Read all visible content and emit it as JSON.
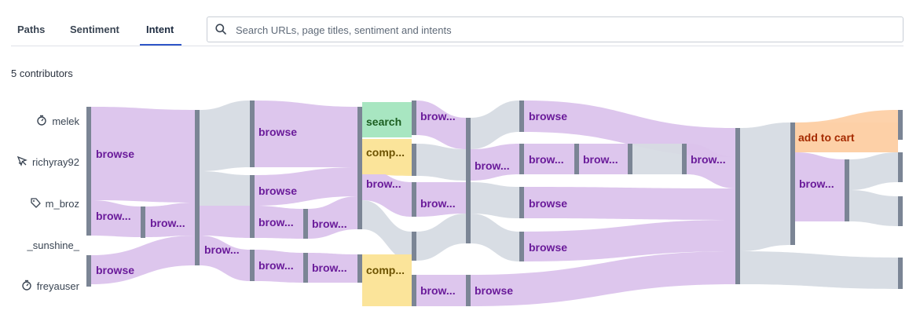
{
  "tabs": [
    {
      "label": "Paths",
      "active": false
    },
    {
      "label": "Sentiment",
      "active": false
    },
    {
      "label": "Intent",
      "active": true
    }
  ],
  "search": {
    "placeholder": "Search URLs, page titles, sentiment and intents",
    "value": ""
  },
  "contributors_label": "5 contributors",
  "users": [
    {
      "name": "melek",
      "icon": "timer-icon"
    },
    {
      "name": "richyray92",
      "icon": "pointer-arrow-icon"
    },
    {
      "name": "m_broz",
      "icon": "tag-icon"
    },
    {
      "name": "_sunshine_",
      "icon": ""
    },
    {
      "name": "freyauser",
      "icon": "timer-icon"
    }
  ],
  "colors": {
    "browse_fill": "#dbc3ec",
    "browse_text": "#6a1b9a",
    "search_fill": "#a8e6c1",
    "search_text": "#1b5e20",
    "compare_fill": "#fbe49a",
    "compare_text": "#6d5300",
    "cart_fill": "#fdd0a7",
    "cart_text": "#a52a00",
    "none_fill": "#d6dbe3",
    "node_bar": "#7b8595",
    "tab_active": "#2f56c8"
  },
  "sankey": {
    "node_labels": {
      "c1_browse_top": "browse",
      "c1_browse_mid": "brow...",
      "c1_browse_bot": "browse",
      "c15_browse": "brow...",
      "c2_browse": "brow...",
      "c3_browse_top": "browse",
      "c3_browse_mid": "browse",
      "c3_browse_m2": "brow...",
      "c3_browse_bot": "brow...",
      "c35_browse_m2": "brow...",
      "c35_browse_bot": "brow...",
      "c4_search": "search",
      "c4_compare_top": "comp...",
      "c4_browse": "brow...",
      "c4_compare_bot": "comp...",
      "c5_browse_top": "brow...",
      "c5_browse_mid": "brow...",
      "c5_browse_bot": "brow...",
      "c6_browse_mid": "brow...",
      "c6_browse_bot": "browse",
      "c7_browse_a": "browse",
      "c7_browse_b": "brow...",
      "c7_browse_c": "browse",
      "c7_browse_d": "browse",
      "c8_browse": "brow...",
      "c9_browse": "brow...",
      "c10_cart": "add to cart",
      "c10_browse": "brow..."
    }
  }
}
